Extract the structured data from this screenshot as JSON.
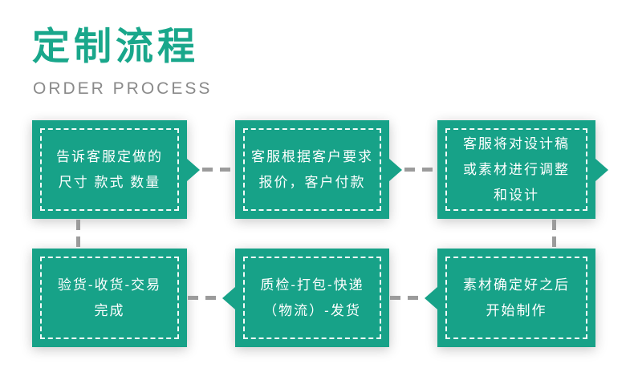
{
  "header": {
    "title": "定制流程",
    "subtitle": "ORDER PROCESS"
  },
  "colors": {
    "title_green": "#19a78b",
    "box_green": "#17a288",
    "box_text": "#ffffff",
    "connector_gray": "#9b9b9b",
    "subtitle_gray": "#8a8a8a",
    "background": "#ffffff"
  },
  "flow": {
    "steps": [
      {
        "order": 1,
        "text": "告诉客服定做的\n尺寸 款式 数量"
      },
      {
        "order": 2,
        "text": "客服根据客户要求\n报价，客户付款"
      },
      {
        "order": 3,
        "text": "客服将对设计稿\n或素材进行调整\n和设计"
      },
      {
        "order": 4,
        "text": "素材确定好之后\n开始制作"
      },
      {
        "order": 5,
        "text": "质检-打包-快递\n（物流）-发货"
      },
      {
        "order": 6,
        "text": "验货-收货-交易\n完成"
      }
    ]
  }
}
